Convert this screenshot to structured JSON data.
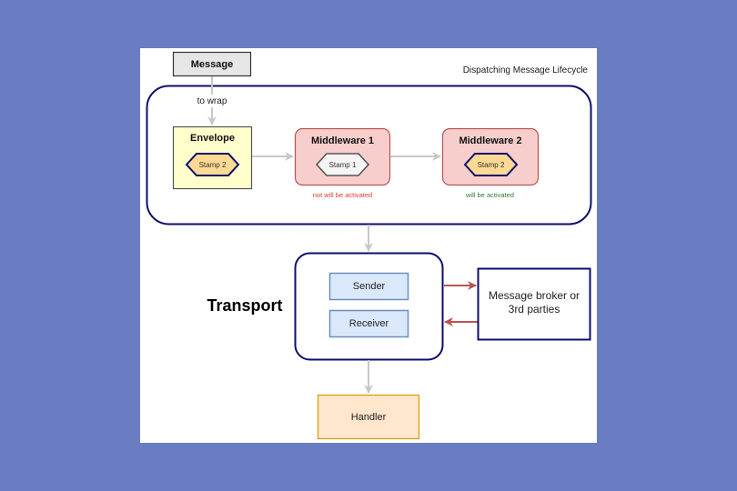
{
  "diagram": {
    "title": "Dispatching Message Lifecycle",
    "message": {
      "label": "Message"
    },
    "wrap_edge": {
      "label": "to wrap"
    },
    "envelope": {
      "label": "Envelope",
      "stamp": "Stamp 2"
    },
    "middlewares": [
      {
        "label": "Middleware 1",
        "stamp": "Stamp 1",
        "status": "not will be activated",
        "status_color": "#e53935"
      },
      {
        "label": "Middleware 2",
        "stamp": "Stamp 2",
        "status": "will be activated",
        "status_color": "#2e7d32"
      }
    ],
    "transport": {
      "label": "Transport",
      "sender": "Sender",
      "receiver": "Receiver"
    },
    "broker": {
      "label_line1": "Message broker or",
      "label_line2": "3rd parties"
    },
    "handler": {
      "label": "Handler"
    },
    "colors": {
      "container_border": "#0d0d6b",
      "message_fill": "#e6e6e6",
      "envelope_fill": "#ffffcc",
      "middleware_fill": "#f8cecc",
      "middleware_border": "#b85450",
      "stamp_active_fill": "#fdd993",
      "stamp_inactive_fill": "#f5f5f5",
      "sender_fill": "#dae8fc",
      "sender_border": "#6c8ebf",
      "handler_fill": "#ffe6cc",
      "handler_border": "#d79b00",
      "flow_arrow": "#c8c8c8",
      "broker_arrow": "#b85450"
    }
  }
}
